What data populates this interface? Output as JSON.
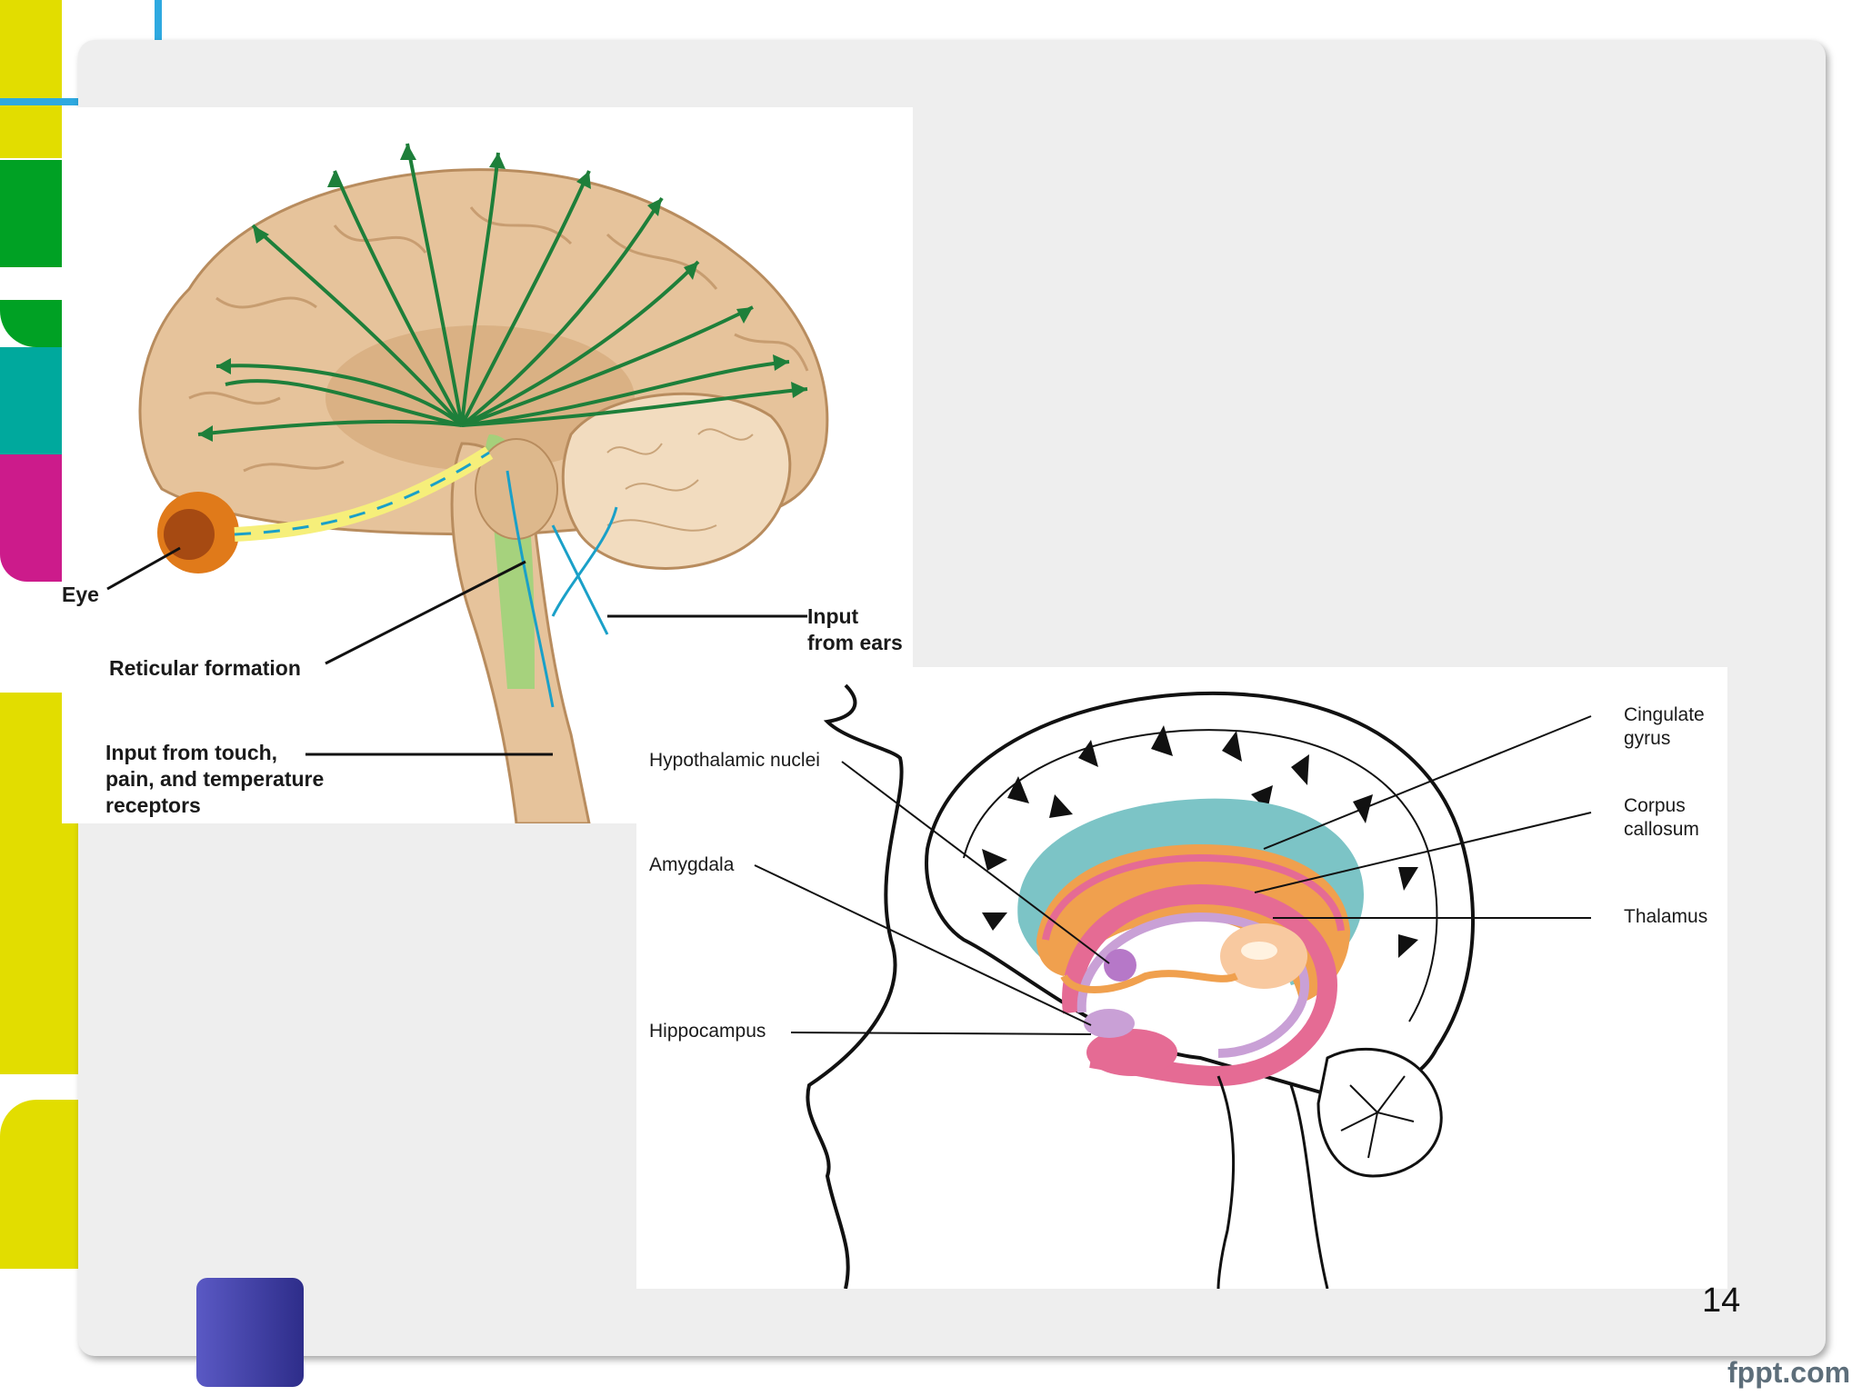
{
  "slide": {
    "page_number": "14",
    "brand": "fppt.com",
    "colors": {
      "panel": "#eeeeee",
      "yellow": "#e2dd00",
      "green": "#00a124",
      "teal": "#00a99d",
      "magenta": "#cc1b8b",
      "blue_outline": "#2ea9e0",
      "navy": "#3d3c9e"
    }
  },
  "figure_arousal": {
    "labels": {
      "eye": "Eye",
      "reticular": "Reticular formation",
      "ears_line1": "Input",
      "ears_line2": "from ears",
      "touch_line1": "Input from touch,",
      "touch_line2": "pain, and temperature",
      "touch_line3": "receptors"
    },
    "colors": {
      "brain": "#e6c39b",
      "arrow": "#1e7f3a",
      "input_arrow": "#1aa0c8",
      "reticular": "#9ed47a"
    }
  },
  "figure_limbic": {
    "labels": {
      "hypothalamic": "Hypothalamic nuclei",
      "amygdala": "Amygdala",
      "hippocampus": "Hippocampus",
      "cingulate_line1": "Cingulate",
      "cingulate_line2": "gyrus",
      "corpus_line1": "Corpus",
      "corpus_line2": "callosum",
      "thalamus": "Thalamus"
    },
    "colors": {
      "cingulate": "#7cc4c6",
      "corpus": "#f0a04e",
      "hippocampus": "#e56b94",
      "thalamus": "#f8c9a0",
      "amygdala": "#b678c8"
    }
  }
}
